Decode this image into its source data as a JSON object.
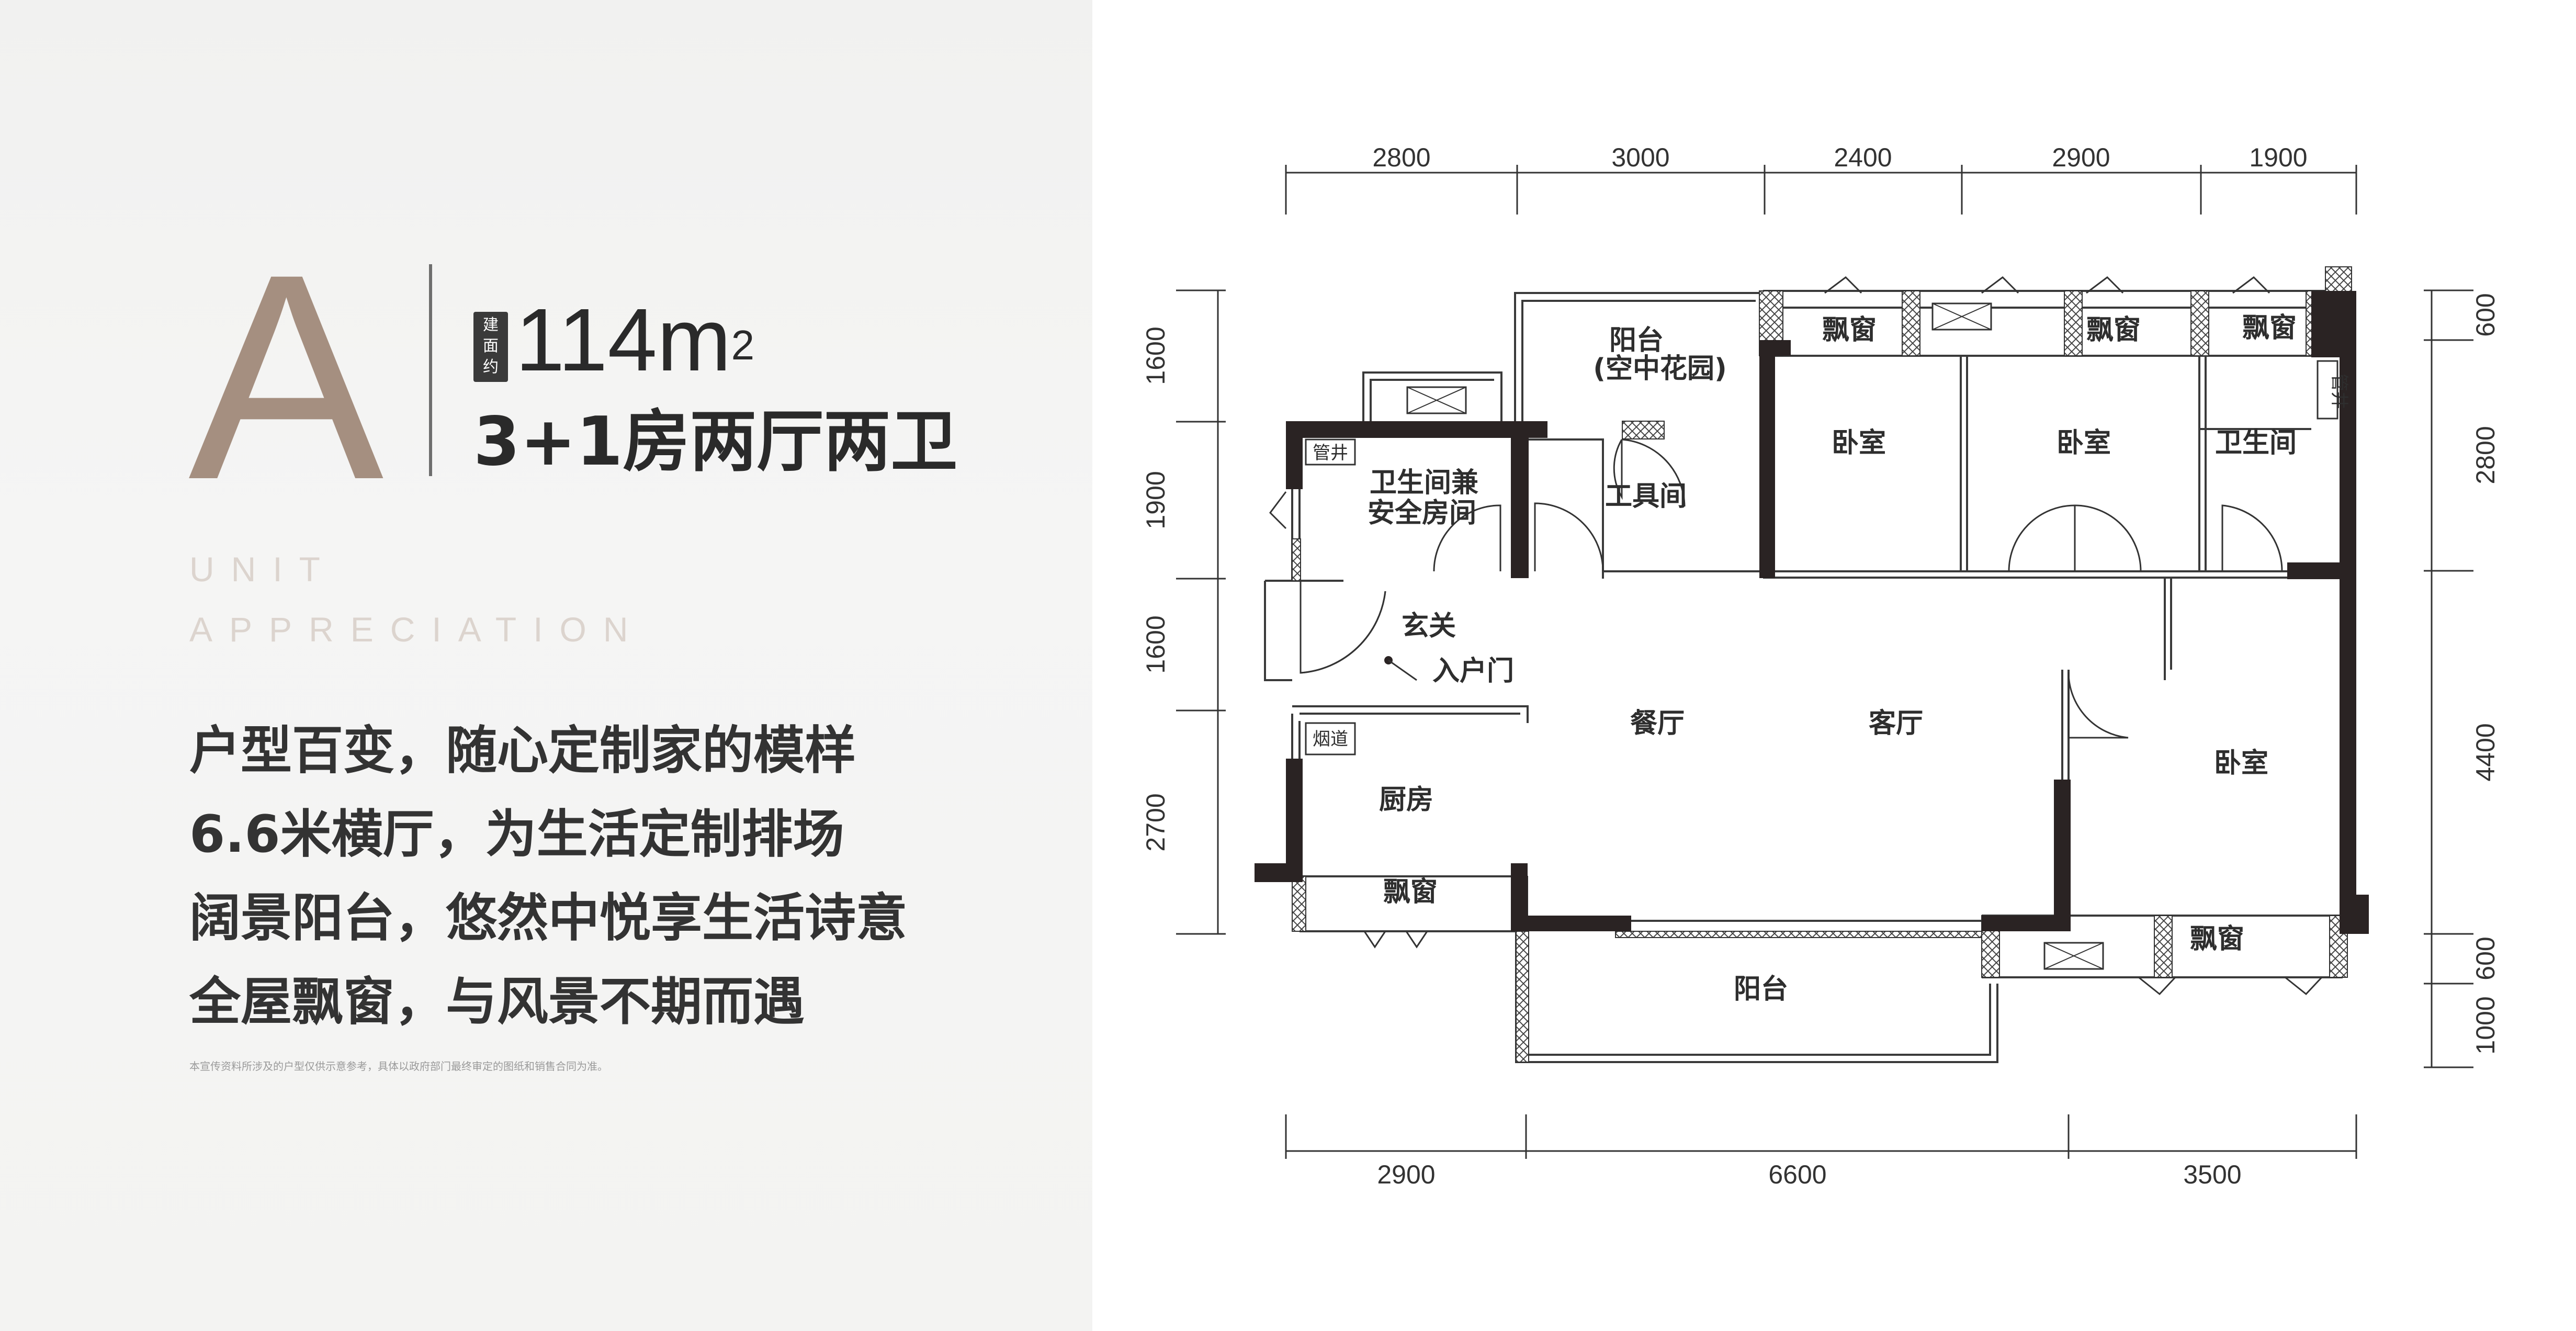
{
  "header": {
    "unit_letter": "A",
    "area_badge": [
      "建",
      "面",
      "约"
    ],
    "area_value": "114m",
    "area_unit_sup": "2",
    "unit_type": "3+1房两厅两卫"
  },
  "english": {
    "line1": "UNIT",
    "line2": "APPRECIATION"
  },
  "description": [
    "户型百变，随心定制家的模样",
    "6.6米横厅，为生活定制排场",
    "阔景阳台，悠然中悦享生活诗意",
    "全屋飘窗，与风景不期而遇"
  ],
  "disclaimer": "本宣传资料所涉及的户型仅供示意参考，具体以政府部门最终审定的图纸和销售合同为准。",
  "floor_plan": {
    "dims_top": [
      "2800",
      "3000",
      "2400",
      "2900",
      "1900"
    ],
    "dims_bottom": [
      "2900",
      "6600",
      "3500"
    ],
    "dims_left": [
      "1600",
      "1900",
      "1600",
      "2700"
    ],
    "dims_right": [
      "600",
      "2800",
      "4400",
      "600",
      "1000"
    ],
    "rooms": {
      "balcony_top": "阳台",
      "balcony_top_sub": "(空中花园)",
      "bath_safe_1": "卫生间兼",
      "bath_safe_2": "安全房间",
      "tool_room": "工具间",
      "bedroom_1": "卧室",
      "bedroom_2": "卧室",
      "bathroom": "卫生间",
      "bedroom_3": "卧室",
      "foyer": "玄关",
      "entry_door": "入户门",
      "dining": "餐厅",
      "living": "客厅",
      "kitchen": "厨房",
      "balcony_bottom": "阳台",
      "bay_window": "飘窗",
      "pipe_shaft": "管井",
      "pipe_shaft_right": "管井",
      "flue": "烟道"
    }
  },
  "colors": {
    "accent_letter": "#a58f80",
    "wall": "#2a2323",
    "text": "#2b2b2b"
  }
}
